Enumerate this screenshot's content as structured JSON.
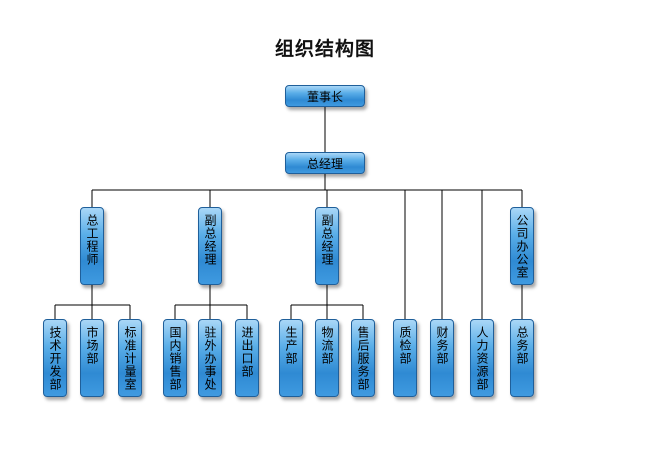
{
  "title": "组织结构图",
  "colors": {
    "box_top": "#a9d7f7",
    "box_bottom": "#2f8ad3",
    "box_border": "#1f5f9a",
    "line": "#000000"
  },
  "nodes": {
    "chairman": "董事长",
    "gm": "总经理",
    "chief_engineer": "总工程师",
    "vgm1": "副总经理",
    "vgm2": "副总经理",
    "quality": "质检部",
    "finance": "财务部",
    "hr": "人力资源部",
    "office": "公司办公室",
    "tech_dev": "技术开发部",
    "market": "市场部",
    "std_measure": "标准计量室",
    "domestic_sales": "国内销售部",
    "overseas_office": "驻外办事处",
    "import_export": "进出口部",
    "production": "生产部",
    "logistics": "物流部",
    "after_sales": "售后服务部",
    "general_affairs": "总务部"
  }
}
